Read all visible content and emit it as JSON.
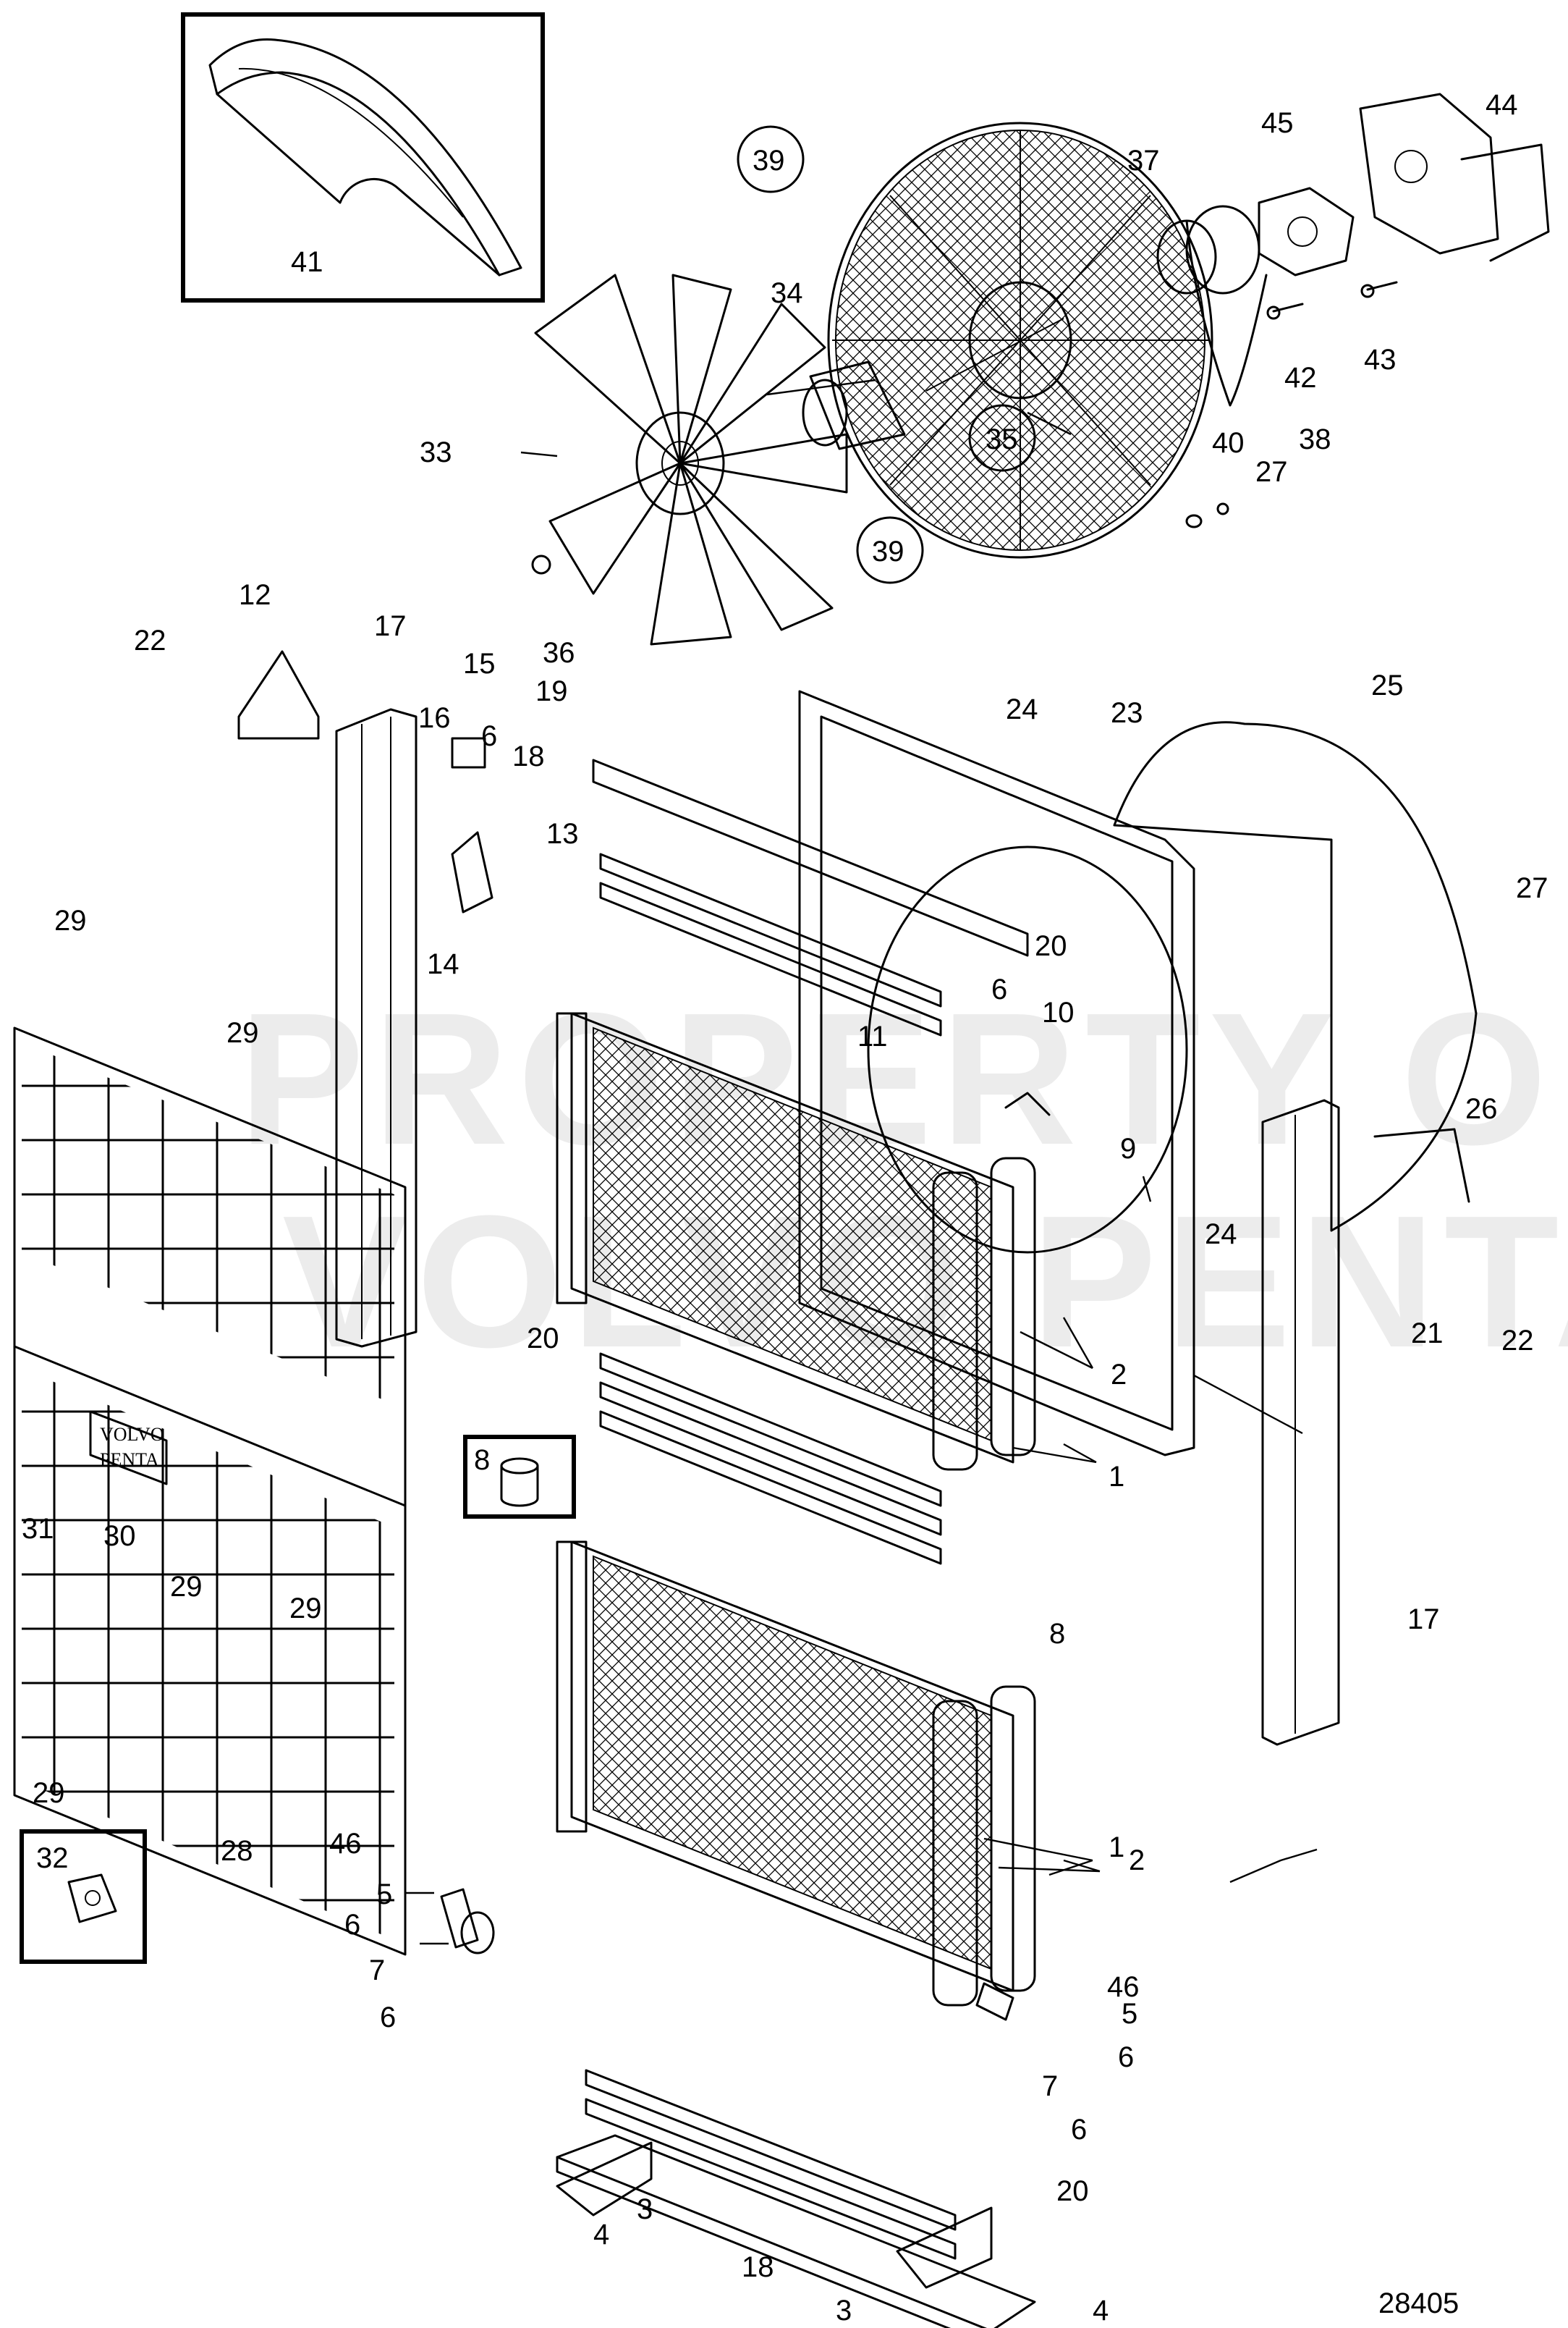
{
  "watermark": {
    "line1": "PROPERTY OF",
    "line2": "VOLVO PENTA"
  },
  "logo": {
    "line1": "VOLVO",
    "line2": "PENTA"
  },
  "drawing_number": "28405",
  "labels": {
    "p1a": "1",
    "p1b": "1",
    "p2a": "2",
    "p2b": "2",
    "p3a": "3",
    "p3b": "3",
    "p4a": "4",
    "p4b": "4",
    "p5a": "5",
    "p5b": "5",
    "p6a": "6",
    "p6b": "6",
    "p6c": "6",
    "p6d": "6",
    "p6e": "6",
    "p6f": "6",
    "p7a": "7",
    "p7b": "7",
    "p8a": "8",
    "p8b": "8",
    "p9": "9",
    "p10": "10",
    "p11": "11",
    "p12": "12",
    "p13": "13",
    "p14": "14",
    "p15": "15",
    "p16": "16",
    "p17a": "17",
    "p17b": "17",
    "p18a": "18",
    "p18b": "18",
    "p19": "19",
    "p20a": "20",
    "p20b": "20",
    "p20c": "20",
    "p21": "21",
    "p22a": "22",
    "p22b": "22",
    "p23": "23",
    "p24a": "24",
    "p24b": "24",
    "p25": "25",
    "p26": "26",
    "p27a": "27",
    "p27b": "27",
    "p28": "28",
    "p29a": "29",
    "p29b": "29",
    "p29c": "29",
    "p29d": "29",
    "p29e": "29",
    "p30": "30",
    "p31": "31",
    "p32": "32",
    "p33": "33",
    "p34": "34",
    "p35": "35",
    "p36": "36",
    "p37": "37",
    "p38": "38",
    "p39a": "39",
    "p39b": "39",
    "p40": "40",
    "p41": "41",
    "p42": "42",
    "p43": "43",
    "p44": "44",
    "p45": "45",
    "p46a": "46",
    "p46b": "46"
  }
}
